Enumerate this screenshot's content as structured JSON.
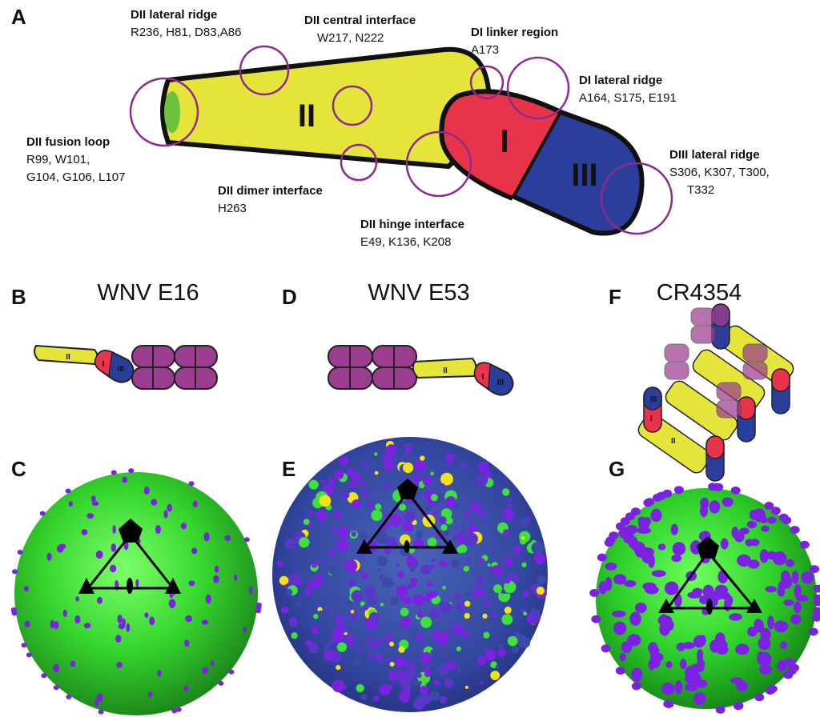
{
  "panels": {
    "A": "A",
    "B": "B",
    "C": "C",
    "D": "D",
    "E": "E",
    "F": "F",
    "G": "G"
  },
  "domain_labels": {
    "dI": "I",
    "dII": "II",
    "dIII": "III"
  },
  "regions": [
    {
      "id": "dii-lateral-ridge",
      "title": "DII lateral ridge",
      "lines": [
        "R236, H81, D83,A86"
      ]
    },
    {
      "id": "dii-central-interface",
      "title": "DII central interface",
      "lines": [
        "W217, N222"
      ]
    },
    {
      "id": "di-linker-region",
      "title": "DI linker region",
      "lines": [
        "A173"
      ]
    },
    {
      "id": "di-lateral-ridge",
      "title": "DI lateral ridge",
      "lines": [
        "A164, S175, E191"
      ]
    },
    {
      "id": "dii-fusion-loop",
      "title": "DII fusion loop",
      "lines": [
        "R99, W101,",
        "G104, G106, L107"
      ]
    },
    {
      "id": "diii-lateral-ridge",
      "title": "DIII lateral ridge",
      "lines": [
        "S306, K307, T300,",
        "T332"
      ]
    },
    {
      "id": "dii-dimer-interface",
      "title": "DII dimer interface",
      "lines": [
        "H263"
      ]
    },
    {
      "id": "dii-hinge-interface",
      "title": "DII hinge interface",
      "lines": [
        "E49, K136, K208"
      ]
    }
  ],
  "antibodies": {
    "B": "WNV E16",
    "D": "WNV E53",
    "F": "CR4354"
  },
  "colors": {
    "domain_I": "#e8344a",
    "domain_II": "#e4e43a",
    "domain_III": "#2c3e9c",
    "fusion_loop": "#6cc23a",
    "epitope_circle": "#8e2a8e",
    "fab": "#9a3d8e",
    "virion_green": "#3ee03a",
    "virion_purple": "#7b22e0",
    "virion_blue": "#3a4aa8",
    "virion_yellow": "#f2e21a"
  }
}
